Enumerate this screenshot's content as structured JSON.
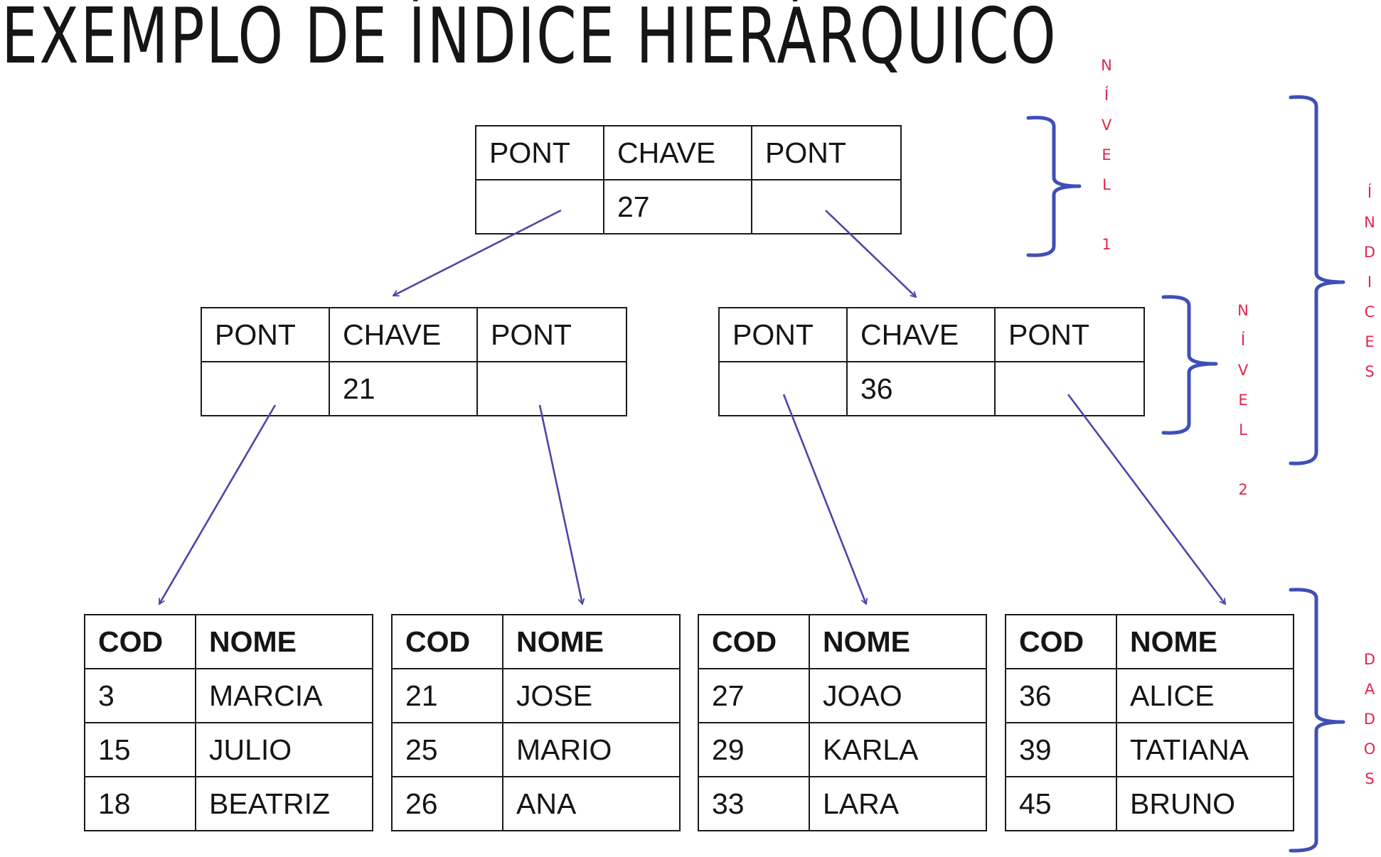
{
  "title": "EXEMPLO DE ÍNDICE HIERÁRQUICO",
  "index_header": [
    "PONT",
    "CHAVE",
    "PONT"
  ],
  "index_nodes": {
    "root": {
      "key": "27"
    },
    "left": {
      "key": "21"
    },
    "right": {
      "key": "36"
    }
  },
  "data_header": [
    "COD",
    "NOME"
  ],
  "data_blocks": [
    {
      "rows": [
        [
          "3",
          "MARCIA"
        ],
        [
          "15",
          "JULIO"
        ],
        [
          "18",
          "BEATRIZ"
        ]
      ]
    },
    {
      "rows": [
        [
          "21",
          "JOSE"
        ],
        [
          "25",
          "MARIO"
        ],
        [
          "26",
          "ANA"
        ]
      ]
    },
    {
      "rows": [
        [
          "27",
          "JOAO"
        ],
        [
          "29",
          "KARLA"
        ],
        [
          "33",
          "LARA"
        ]
      ]
    },
    {
      "rows": [
        [
          "36",
          "ALICE"
        ],
        [
          "39",
          "TATIANA"
        ],
        [
          "45",
          "BRUNO"
        ]
      ]
    }
  ],
  "annotations": {
    "nivel1": [
      "N",
      "Í",
      "V",
      "E",
      "L",
      "",
      "1"
    ],
    "nivel2": [
      "N",
      "Í",
      "V",
      "E",
      "L",
      "",
      "2"
    ],
    "indices": [
      "Í",
      "N",
      "D",
      "I",
      "C",
      "E",
      "S"
    ],
    "dados": [
      "D",
      "A",
      "D",
      "O",
      "S"
    ]
  },
  "colors": {
    "arrow": "#4b46a8",
    "brace": "#3f4fb8",
    "annotation": "#e0264d",
    "border": "#1a1a1a"
  }
}
